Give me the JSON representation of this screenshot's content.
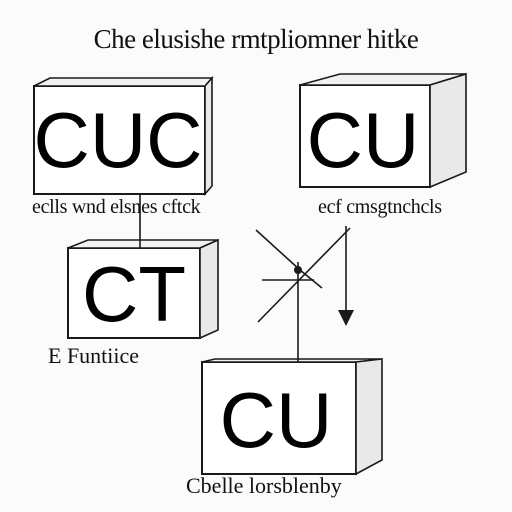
{
  "title": "Che elusishe rmtpliomner hitke",
  "boxes": [
    {
      "id": "top-left",
      "text": "CUC"
    },
    {
      "id": "top-right",
      "text": "CU"
    },
    {
      "id": "middle-left",
      "text": "CT"
    },
    {
      "id": "bottom-center",
      "text": "CU"
    }
  ],
  "labels": {
    "left_caption": "eclls wnd elsnes cftck",
    "right_caption": "ecf cmsgtnchcls",
    "middle_caption": "E Funtiice",
    "bottom_caption": "Cbelle lorsblenby"
  },
  "colors": {
    "stroke": "#1a1a1a",
    "background": "#fbfbfb"
  }
}
